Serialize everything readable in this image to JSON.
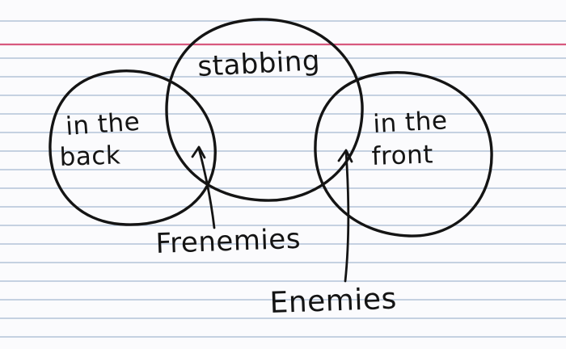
{
  "colors": {
    "card": "#fbfbfd",
    "rule": "#b3c3d8",
    "margin": "#d8587e",
    "ink": "#141414"
  },
  "labels": {
    "top_circle": "stabbing",
    "left_circle_line1": "in the",
    "left_circle_line2": "back",
    "right_circle_line1": "in the",
    "right_circle_line2": "front",
    "left_overlap": "Frenemies",
    "right_overlap": "Enemies"
  }
}
